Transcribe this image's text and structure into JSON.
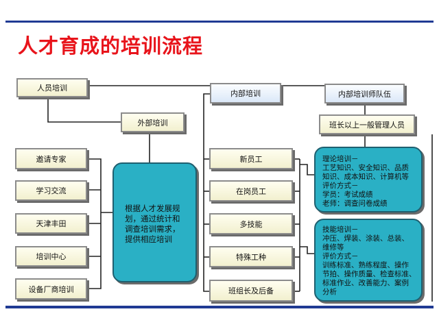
{
  "title": "人才育成的培训流程",
  "colors": {
    "title": "#e8141b",
    "rule": "#1f3a93",
    "teal": "#2ab0c5",
    "box_fill": "#f2f0cf"
  },
  "boxes": {
    "personnel_training": "人员培训",
    "external_training": "外部培训",
    "internal_training": "内部培训",
    "internal_trainers": "内部培训师队伍",
    "above_team_leader": "班长以上一般管理人员",
    "left_items": [
      "邀请专家",
      "学习交流",
      "天津丰田",
      "培训中心",
      "设备厂商培训"
    ],
    "center_items": [
      "新员工",
      "在岗员工",
      "多技能",
      "特殊工种",
      "班组长及后备"
    ]
  },
  "center_note": [
    "根据人才发展规",
    "划，通过统计和",
    "调查培训需求，",
    "提供相应培训"
  ],
  "theory_box": [
    "理论培训－",
    "工艺知识、安全知识、品质",
    "知识、成本知识、计算机等",
    "评价方式－",
    "学员：考试成绩",
    "老师：调查问卷成绩"
  ],
  "skills_box": [
    "技能培训－",
    "冲压、焊装、涂装、总装、",
    "维修等",
    "评价方式－",
    "训练标准、熟练程度、操作",
    "节拍、操作质量、检查标准、",
    "标准作业、改善能力、案例",
    "分析"
  ]
}
